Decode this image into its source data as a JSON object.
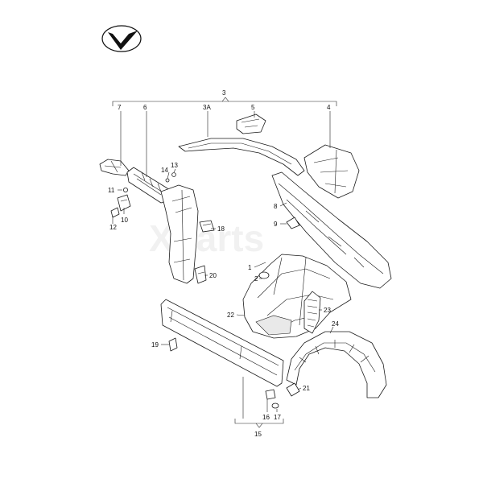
{
  "watermark": "Xparts",
  "logo": {
    "name": "brand-logo"
  },
  "callouts": {
    "c3": "3",
    "c3a": "3A",
    "c4": "4",
    "c5": "5",
    "c6": "6",
    "c7": "7",
    "c8": "8",
    "c9": "9",
    "c10": "10",
    "c11": "11",
    "c12": "12",
    "c13": "13",
    "c14": "14",
    "c1": "1",
    "c2": "2",
    "c15": "15",
    "c16": "16",
    "c17": "17",
    "c18": "18",
    "c19": "19",
    "c20": "20",
    "c21": "21",
    "c22": "22",
    "c23": "23",
    "c24": "24"
  }
}
